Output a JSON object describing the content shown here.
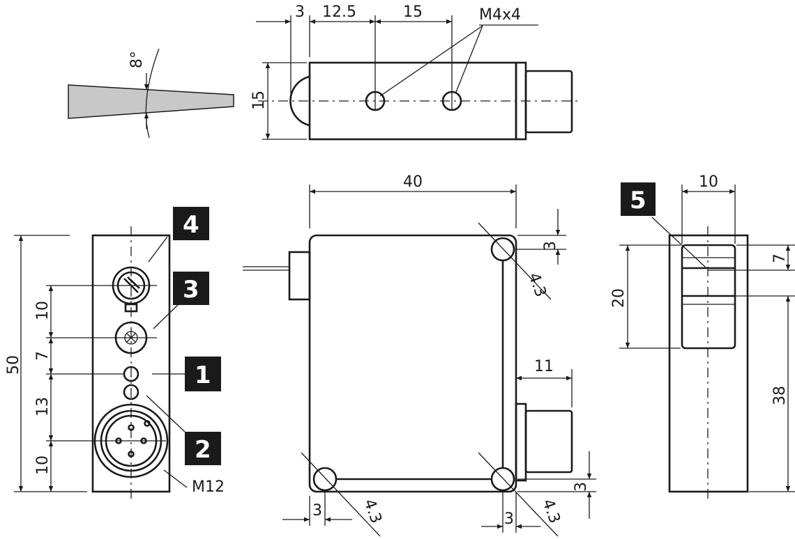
{
  "colors": {
    "line": "#1a1a1a",
    "beam": "#c8c8c8",
    "badge": "#1a1a1a"
  },
  "beam": {
    "angle_label": "8°"
  },
  "top_view": {
    "dims": [
      "3",
      "12.5",
      "15"
    ],
    "height_dim": "15",
    "thread_label": "M4x4"
  },
  "front_view": {
    "dims": [
      "10",
      "7",
      "13",
      "10"
    ],
    "total_height": "50",
    "connector_label": "M12",
    "badges": [
      "4",
      "3",
      "1",
      "2"
    ]
  },
  "side_view": {
    "width_dim": "40",
    "connector_dim": "11",
    "corner_dims": [
      "3",
      "3",
      "3",
      "3"
    ],
    "hole_labels": [
      "4.3",
      "4.3",
      "4.3"
    ]
  },
  "rear_view": {
    "width_dim": "10",
    "window_top_dim": "7",
    "window_height_dim": "20",
    "lower_dim": "38",
    "badge": "5"
  }
}
